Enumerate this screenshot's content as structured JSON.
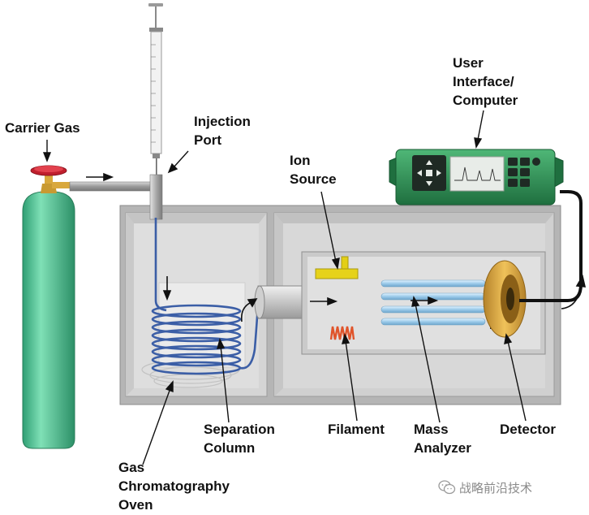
{
  "labels": {
    "carrier_gas": "Carrier Gas",
    "injection_port": [
      "Injection",
      "Port"
    ],
    "ion_source": [
      "Ion",
      "Source"
    ],
    "user_interface": [
      "User",
      "Interface/",
      "Computer"
    ],
    "separation_column": [
      "Separation",
      "Column"
    ],
    "filament": "Filament",
    "mass_analyzer": [
      "Mass",
      "Analyzer"
    ],
    "detector": "Detector",
    "gc_oven": [
      "Gas",
      "Chromatography",
      "Oven"
    ]
  },
  "watermark": "战略前沿技术",
  "colors": {
    "cylinder": "#3fba8a",
    "valve_handle": "#c8202e",
    "valve_body": "#d4a437",
    "oven_box": "#b9b9b9",
    "column_coil": "#3f62a8",
    "ion_source": "#e6d21a",
    "filament": "#e0542a",
    "analyzer_rods": "#a9d3ee",
    "detector": "#d9a63a",
    "computer_body": "#2e8f54",
    "screen": "#e8ece8"
  }
}
